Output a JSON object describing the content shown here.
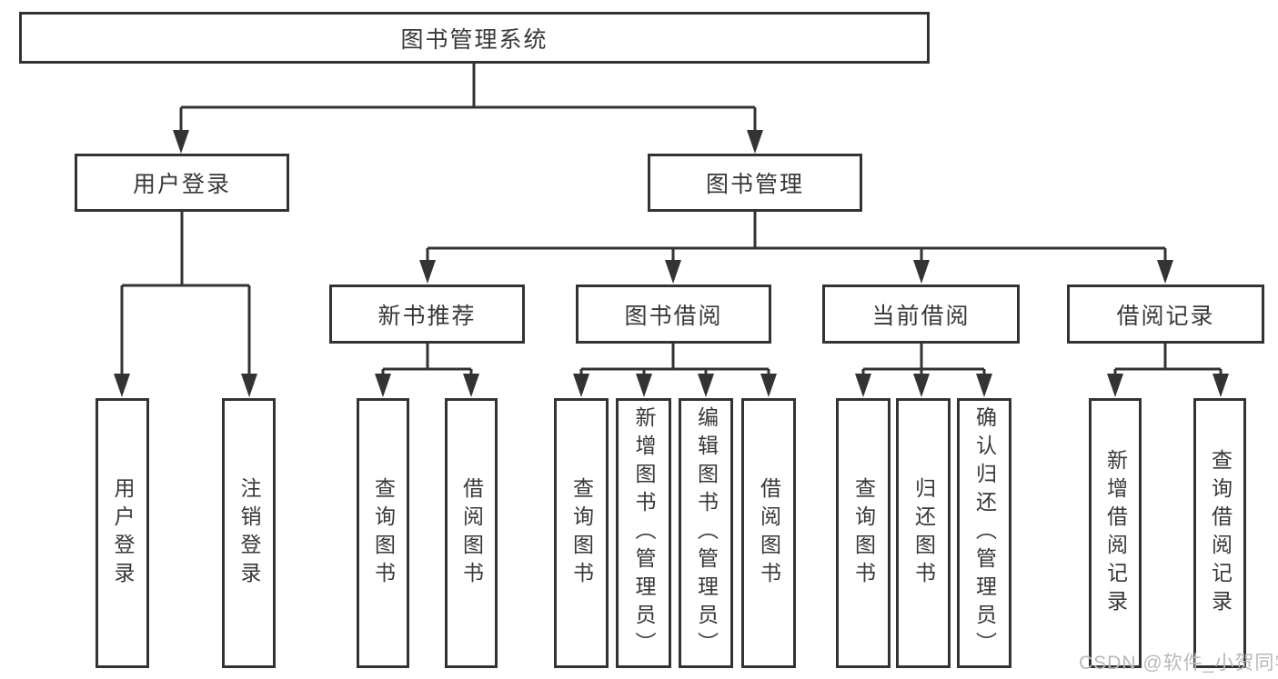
{
  "nodes": {
    "root": "图书管理系统",
    "login": "用户登录",
    "management": "图书管理",
    "new_books": "新书推荐",
    "book_borrow": "图书借阅",
    "current_borrow": "当前借阅",
    "borrow_records": "借阅记录",
    "leaf_user_login": "用户登录",
    "leaf_logout": "注销登录",
    "leaf_nb_query": "查询图书",
    "leaf_nb_borrow": "借阅图书",
    "leaf_bb_query": "查询图书",
    "leaf_bb_add": "新增图书（管理员）",
    "leaf_bb_edit": "编辑图书（管理员）",
    "leaf_bb_borrow": "借阅图书",
    "leaf_cb_query": "查询图书",
    "leaf_cb_return": "归还图书",
    "leaf_cb_confirm": "确认归还（管理员）",
    "leaf_br_add": "新增借阅记录",
    "leaf_br_query": "查询借阅记录"
  },
  "watermark": {
    "text": "CSDN @软件_小贺同学",
    "color": "#b9b9b9"
  },
  "colors": {
    "line": "#333333",
    "text": "#383838",
    "background": "#ffffff"
  }
}
